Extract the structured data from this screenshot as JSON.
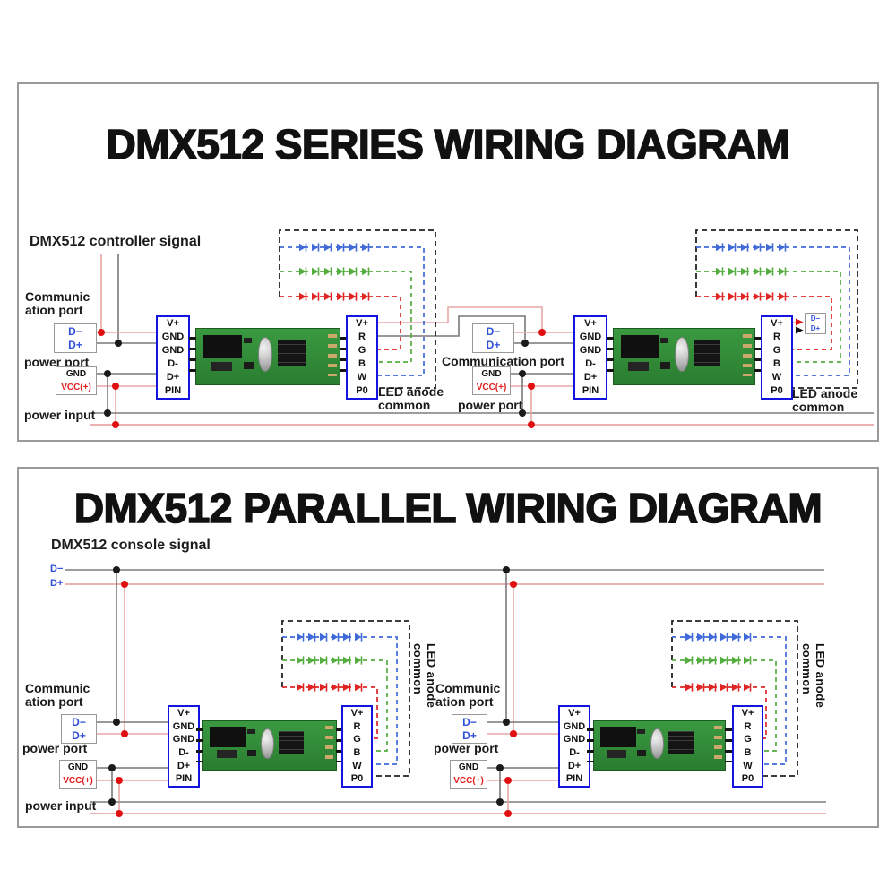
{
  "titles": {
    "series": "DMX512 SERIES WIRING DIAGRAM",
    "parallel": "DMX512 PARALLEL WIRING DIAGRAM"
  },
  "signals": {
    "series": "DMX512 controller signal",
    "parallel": "DMX512 console signal"
  },
  "labels": {
    "communic": "Communic",
    "ation_port": "ation port",
    "communication_port": "Communication port",
    "power_port": "power port",
    "power_input": "power input",
    "led_anode": "LED anode",
    "common": "common",
    "led_anode_common": "LED anode common"
  },
  "ports": {
    "d_minus": "D−",
    "d_plus": "D+",
    "gnd": "GND",
    "vcc": "VCC(+)"
  },
  "connector": {
    "left": [
      "V+",
      "GND",
      "GND",
      "D-",
      "D+",
      "PIN"
    ],
    "right": [
      "V+",
      "R",
      "G",
      "B",
      "W",
      "P0"
    ]
  },
  "colors": {
    "panel_border": "#9a9a9a",
    "wire_gray": "#787878",
    "wire_salmon": "#e8a6a6",
    "junction_red": "#e01010",
    "junction_black": "#1a1a1a",
    "connector_border": "#1414e0",
    "port_text_blue": "#3050d8",
    "vcc_red": "#e02020",
    "led_blue": "#3f6ad8",
    "led_green": "#54ad3f",
    "led_red": "#e02525",
    "dashed_box": "#222222",
    "pcb_green": "#2f8f2f"
  }
}
